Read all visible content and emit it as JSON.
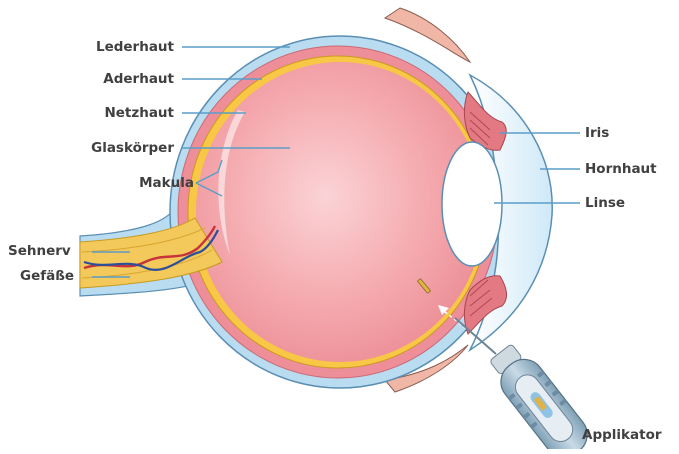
{
  "labels": {
    "lederhaut": "Lederhaut",
    "aderhaut": "Aderhaut",
    "netzhaut": "Netzhaut",
    "glaskoerper": "Glaskörper",
    "makula": "Makula",
    "sehnerv": "Sehnerv",
    "gefaesse": "Gefäße",
    "iris": "Iris",
    "hornhaut": "Hornhaut",
    "linse": "Linse",
    "applikator": "Applikator"
  },
  "colors": {
    "sclera": "#b9dcf1",
    "sclera_outline": "#5a8fb3",
    "choroid": "#ee8e98",
    "retina": "#f7c745",
    "vitreous": "#f4a7ad",
    "leader": "#5a9ec8",
    "iris": "#e37a83",
    "nerve": "#f2c95a",
    "vessel_red": "#c8323a",
    "vessel_blue": "#2b4f9a",
    "applicator": "#9fb6c6",
    "text": "#404040"
  }
}
